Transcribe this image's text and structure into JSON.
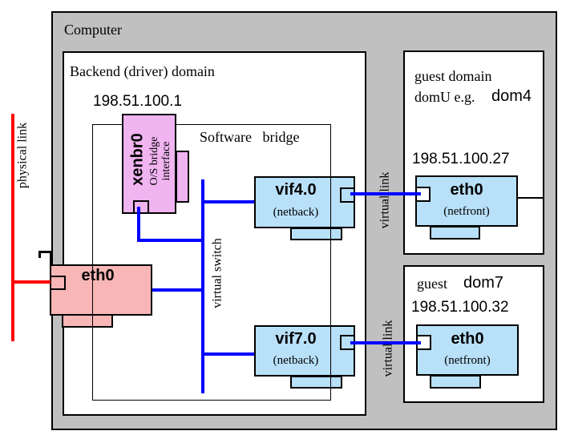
{
  "colors": {
    "computer_fill": "#c0c0c0",
    "bridge_device_fill": "#f0b4f0",
    "virtual_nic_fill": "#b8e0f8",
    "physical_nic_fill": "#f8b6b6",
    "virtual_link_color": "#0000ff",
    "physical_link_color": "#ff0000"
  },
  "computer": {
    "label": "Computer"
  },
  "backend_domain": {
    "title": "Backend (driver) domain",
    "ip": "198.51.100.1",
    "software_bridge_label": "Software   bridge",
    "virtual_switch_label": "virtual switch",
    "xenbr0": {
      "name": "xenbr0",
      "description": "O/S bridge\ninterface"
    },
    "physical_nic": {
      "name": "eth0"
    },
    "vif4": {
      "name": "vif4.0",
      "role": "(netback)"
    },
    "vif7": {
      "name": "vif7.0",
      "role": "(netback)"
    }
  },
  "guest_domains": {
    "dom4": {
      "title": "guest domain",
      "subtitle": "domU e.g.",
      "dom_name": "dom4",
      "ip": "198.51.100.27",
      "nic": {
        "name": "eth0",
        "role": "(netfront)"
      }
    },
    "dom7": {
      "title": "guest",
      "dom_name": "dom7",
      "ip": "198.51.100.32",
      "nic": {
        "name": "eth0",
        "role": "(netfront)"
      }
    }
  },
  "links": {
    "physical_link_label": "physical link",
    "virtual_link_top_label": "virtual link",
    "virtual_link_bottom_label": "virtual link"
  }
}
